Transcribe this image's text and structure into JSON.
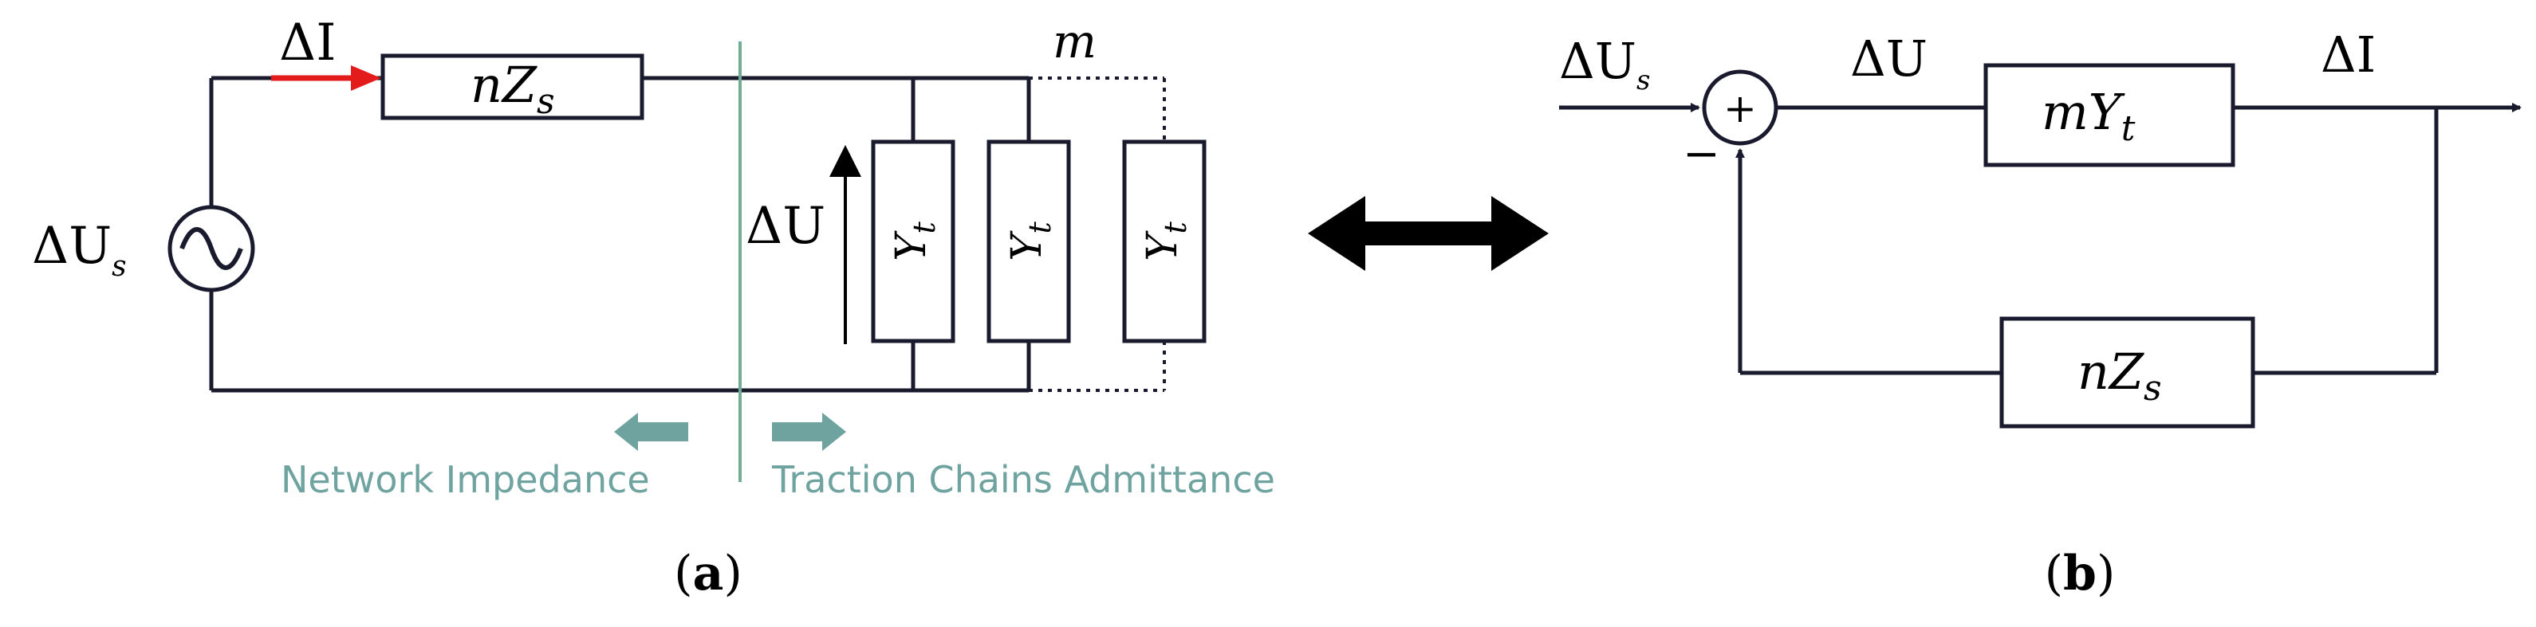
{
  "colors": {
    "wire": "#1a1a2e",
    "current_arrow": "#e31b1b",
    "boundary_line": "#6fae94",
    "annotation": "#6fa3a0"
  },
  "panel_a": {
    "source_label": "ΔU",
    "source_subscript": "s",
    "current_label": "ΔI",
    "impedance_label": "nZ",
    "impedance_subscript": "s",
    "count_label": "m",
    "voltage_label": "ΔU",
    "admittance_label": "Y",
    "admittance_subscript": "t",
    "network_label": "Network Impedance",
    "traction_label": "Traction Chains Admittance",
    "caption_letter": "a"
  },
  "panel_b": {
    "input_label": "ΔU",
    "input_subscript": "s",
    "sum_plus": "+",
    "sum_minus": "−",
    "error_label": "ΔU",
    "forward_label": "mY",
    "forward_subscript": "t",
    "output_label": "ΔI",
    "feedback_label": "nZ",
    "feedback_subscript": "s",
    "caption_letter": "b"
  },
  "icons": {
    "ac_source": "sine-wave-icon",
    "equivalence": "double-arrow-icon",
    "left_arrow": "left-arrow-icon",
    "right_arrow": "right-arrow-icon"
  }
}
